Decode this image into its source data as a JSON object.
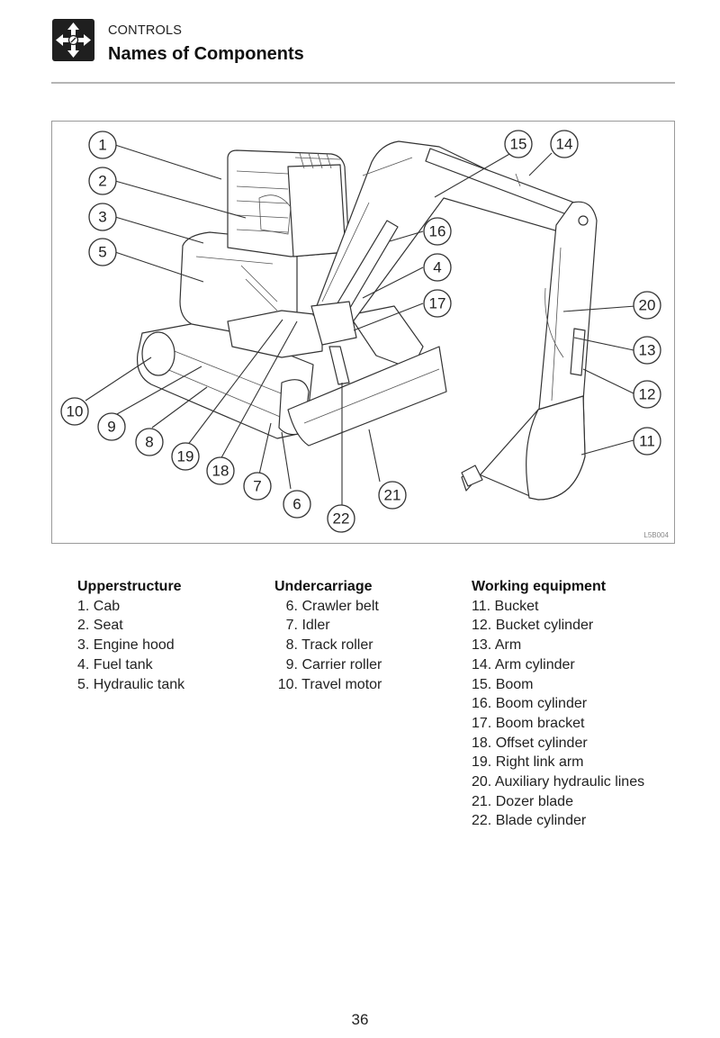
{
  "header": {
    "section": "CONTROLS",
    "title": "Names of Components",
    "icon": "four-way-arrows-icon"
  },
  "figure": {
    "code": "L5B004",
    "callouts": [
      "1",
      "2",
      "3",
      "4",
      "5",
      "6",
      "7",
      "8",
      "9",
      "10",
      "11",
      "12",
      "13",
      "14",
      "15",
      "16",
      "17",
      "18",
      "19",
      "20",
      "21",
      "22"
    ]
  },
  "legend": {
    "upperstructure": {
      "heading": "Upperstructure",
      "items": [
        {
          "num": "1.",
          "label": "Cab"
        },
        {
          "num": "2.",
          "label": "Seat"
        },
        {
          "num": "3.",
          "label": "Engine hood"
        },
        {
          "num": "4.",
          "label": "Fuel tank"
        },
        {
          "num": "5.",
          "label": "Hydraulic tank"
        }
      ]
    },
    "undercarriage": {
      "heading": "Undercarriage",
      "items": [
        {
          "num": "6.",
          "label": "Crawler belt"
        },
        {
          "num": "7.",
          "label": "Idler"
        },
        {
          "num": "8.",
          "label": "Track roller"
        },
        {
          "num": "9.",
          "label": "Carrier roller"
        },
        {
          "num": "10.",
          "label": "Travel motor"
        }
      ]
    },
    "working_equipment": {
      "heading": "Working equipment",
      "items": [
        {
          "num": "11.",
          "label": "Bucket"
        },
        {
          "num": "12.",
          "label": "Bucket cylinder"
        },
        {
          "num": "13.",
          "label": "Arm"
        },
        {
          "num": "14.",
          "label": "Arm cylinder"
        },
        {
          "num": "15.",
          "label": "Boom"
        },
        {
          "num": "16.",
          "label": "Boom cylinder"
        },
        {
          "num": "17.",
          "label": "Boom bracket"
        },
        {
          "num": "18.",
          "label": "Offset cylinder"
        },
        {
          "num": "19.",
          "label": "Right link arm"
        },
        {
          "num": "20.",
          "label": "Auxiliary hydraulic lines"
        },
        {
          "num": "21.",
          "label": "Dozer blade"
        },
        {
          "num": "22.",
          "label": "Blade cylinder"
        }
      ]
    }
  },
  "page_number": "36"
}
